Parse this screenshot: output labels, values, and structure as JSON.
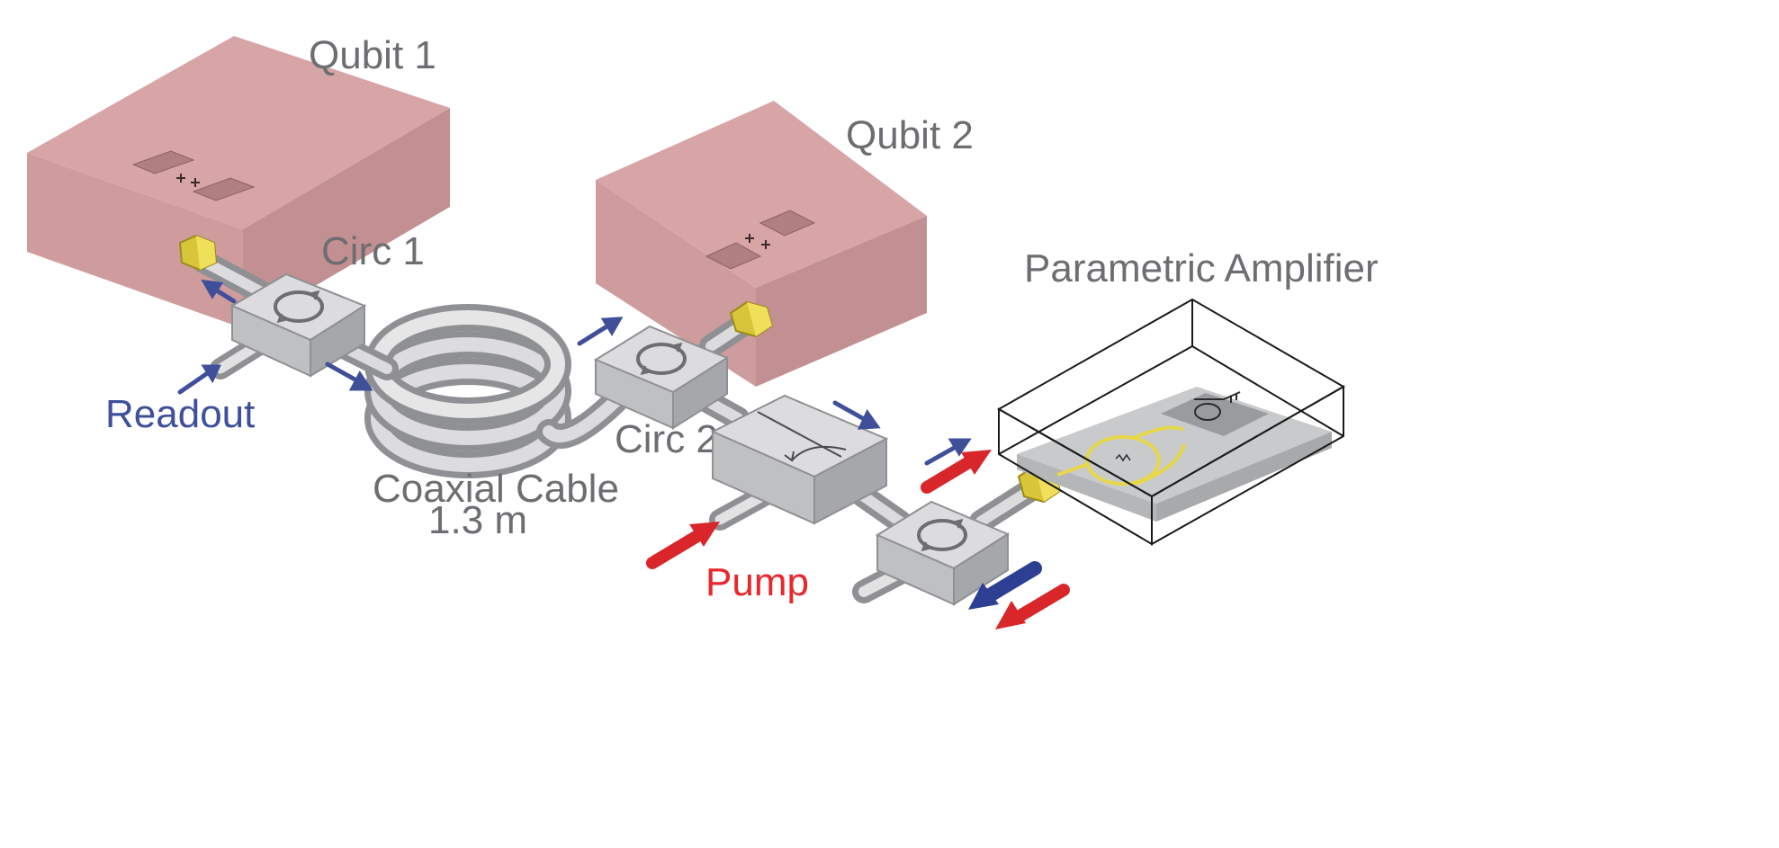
{
  "labels": {
    "qubit1": "Qubit 1",
    "qubit2": "Qubit 2",
    "circ1": "Circ 1",
    "circ2": "Circ 2",
    "coax_line1": "Coaxial Cable",
    "coax_line2": "1.3 m",
    "paramp": "Parametric Amplifier",
    "readout": "Readout",
    "pump": "Pump"
  },
  "colors": {
    "qubit_box": "#d4a0a2",
    "metal": "#c8c9cb",
    "connector": "#e8d44a",
    "readout_arrow": "#3f4f9a",
    "pump_arrow": "#e8262b",
    "label_text": "#6d6e71",
    "chip_trace": "#e6d84a"
  },
  "icons": {
    "circulator": "circular-arrows-icon",
    "isolator": "isolator-arrow-icon"
  }
}
